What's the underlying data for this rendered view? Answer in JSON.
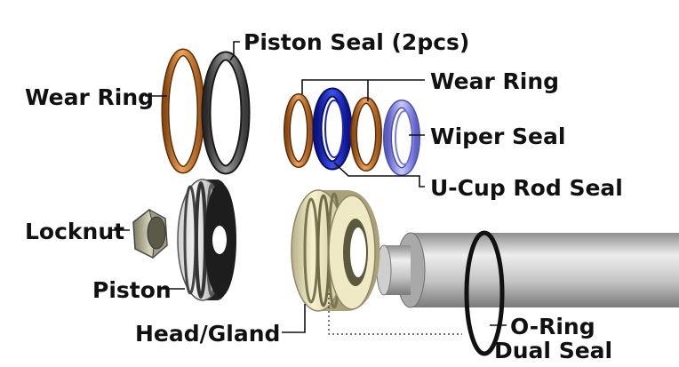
{
  "labels": {
    "piston_seal": "Piston Seal (2pcs)",
    "wear_ring_left": "Wear Ring",
    "wear_ring_right": "Wear Ring",
    "wiper_seal": "Wiper Seal",
    "u_cup_rod_seal": "U-Cup Rod Seal",
    "locknut": "Locknut",
    "piston": "Piston",
    "head_gland": "Head/Gland",
    "o_ring": "O-Ring",
    "dual_seal": "Dual Seal"
  },
  "colors": {
    "wear_ring": "#d98a3c",
    "piston_seal": "#6a6a6a",
    "u_cup": "#2230c8",
    "wiper": "#8c8ff0",
    "gland": "#ece6bc",
    "rod": "#bdbdbd",
    "o_ring": "#111111",
    "leader": "#111111"
  }
}
